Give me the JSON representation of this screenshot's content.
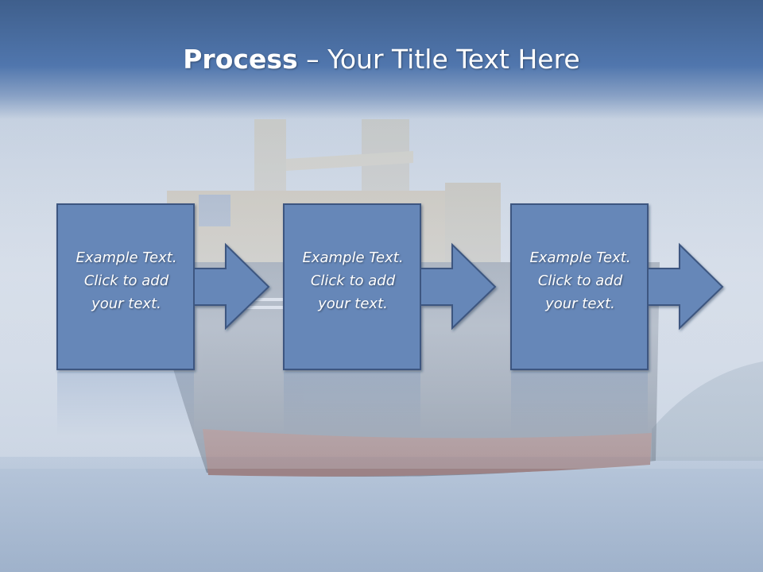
{
  "slide": {
    "title_bold": "Process",
    "title_rest": " – Your Title Text Here"
  },
  "steps": [
    {
      "text": "Example Text.\nClick  to add\nyour text."
    },
    {
      "text": "Example Text.\nClick  to add\nyour text."
    },
    {
      "text": "Example Text.\nClick  to add\nyour text."
    }
  ],
  "colors": {
    "box_fill": "#6687b8",
    "box_border": "#3d5680",
    "title_bar": "#4a6ea3"
  }
}
